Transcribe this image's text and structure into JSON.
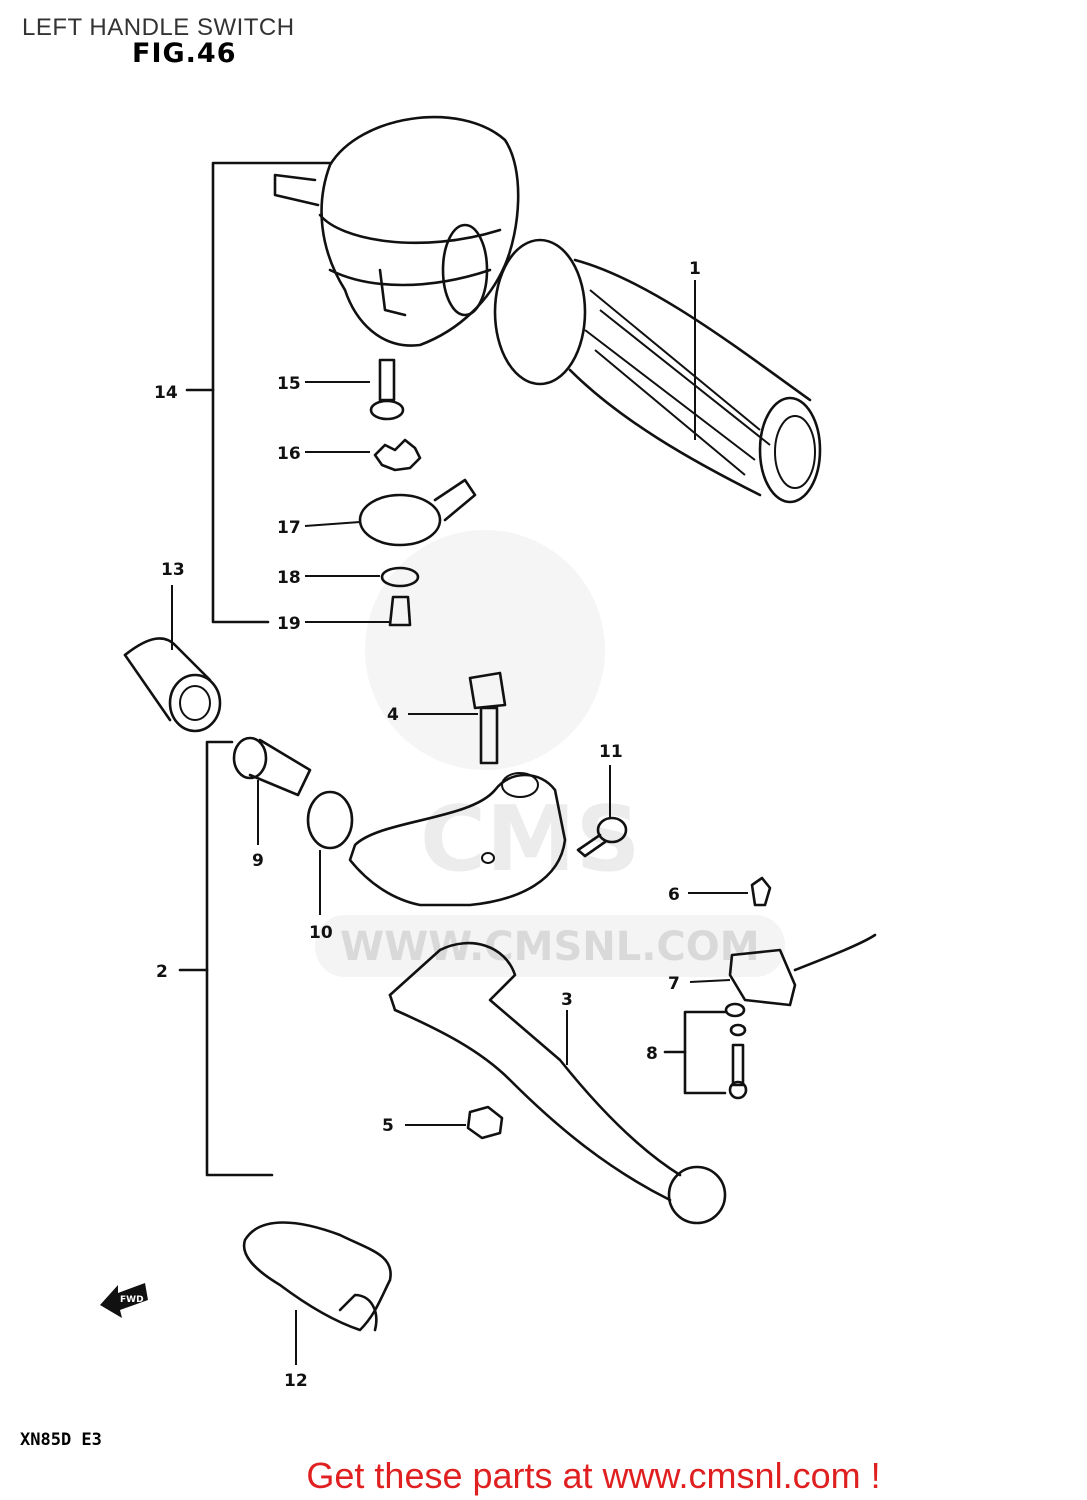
{
  "header": {
    "title": "LEFT HANDLE SWITCH"
  },
  "figure": {
    "label": "FIG.46"
  },
  "watermark": {
    "text": "WWW.CMSNL.COM",
    "logo": "CMS"
  },
  "model": {
    "code": "XN85D E3"
  },
  "footer": {
    "link_text": "Get these parts at www.cmsnl.com !"
  },
  "fwd_marker": "FWD",
  "colors": {
    "footer": "#e02020",
    "lines": "#111111",
    "watermark": "#ececec"
  },
  "parts": [
    {
      "n": "1"
    },
    {
      "n": "2"
    },
    {
      "n": "3"
    },
    {
      "n": "4"
    },
    {
      "n": "5"
    },
    {
      "n": "6"
    },
    {
      "n": "7"
    },
    {
      "n": "8"
    },
    {
      "n": "9"
    },
    {
      "n": "10"
    },
    {
      "n": "11"
    },
    {
      "n": "12"
    },
    {
      "n": "13"
    },
    {
      "n": "14"
    },
    {
      "n": "15"
    },
    {
      "n": "16"
    },
    {
      "n": "17"
    },
    {
      "n": "18"
    },
    {
      "n": "19"
    }
  ]
}
